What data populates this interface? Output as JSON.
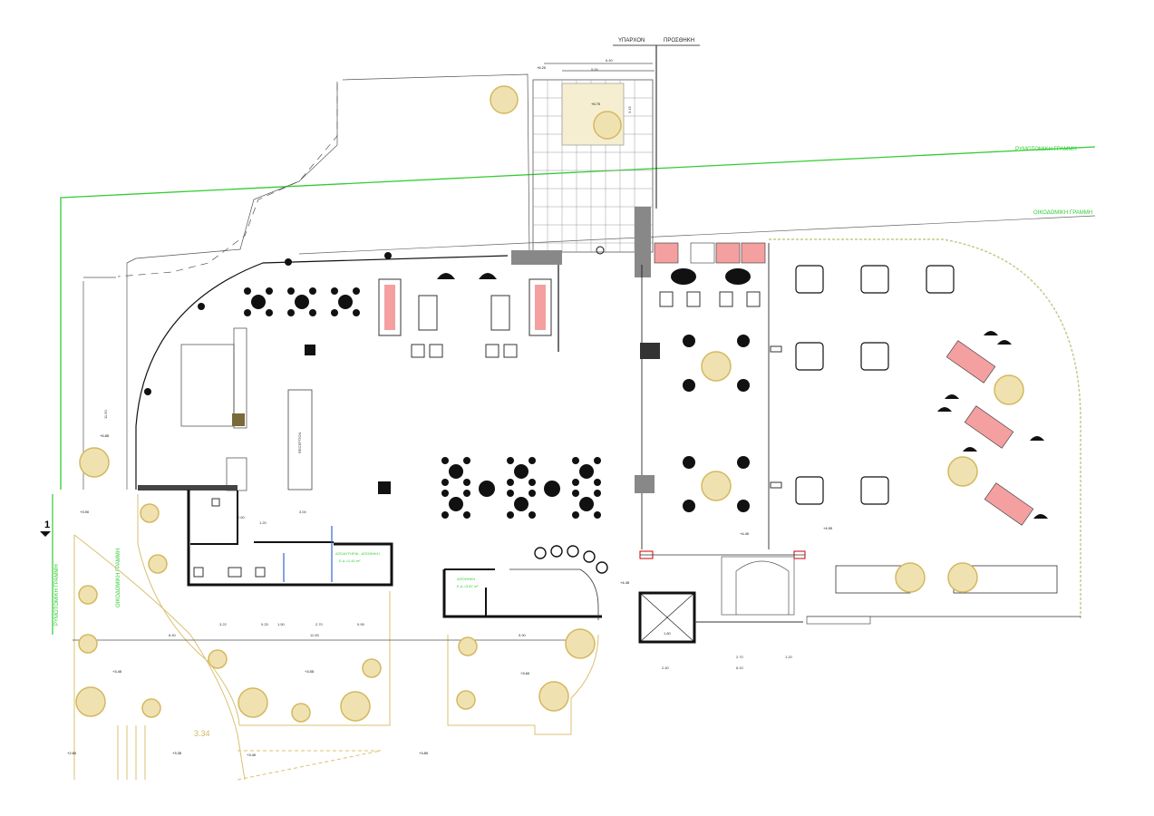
{
  "labels": {
    "top_existing": "ΥΠΑΡΧΟΝ",
    "top_addition": "ΠΡΟΣΘΗΚΗ",
    "street_line_upper": "ΡΥΜΟΤΟΜΙΚΗ ΓΡΑΜΜΗ",
    "building_line": "ΟΙΚΟΔΟΜΙΚΗ ΓΡΑΜΜΗ",
    "street_line_left": "ΡΥΜΟΤΟΜΙΚΗ ΓΡΑΜΜΗ",
    "building_line_left": "ΟΙΚΟΔΟΜΙΚΗ ΓΡΑΜΜΗ",
    "reception": "RECEPTION",
    "wc_label": "ΑΠΟΔΥΤΗΡΙΑ - ΑΠΟΘΗΚΗ",
    "wc_sub": "Ε.Δ.=1.40 m²",
    "storage_label": "ΑΠΟΘΗΚΗ",
    "storage_sub": "Ε.Δ.=3.87 m²",
    "section_marker": "1",
    "bottom_dim": "3.34"
  },
  "levels": [
    "+6.20",
    "+6.70",
    "+5.85",
    "+3.90",
    "+4.45",
    "+4.40",
    "+4.90",
    "+3.45",
    "+3.55",
    "+3.60",
    "+2.60",
    "+3.35",
    "+3.40",
    "+3.80"
  ],
  "dimensions": [
    "6.40",
    "5.00",
    "3.15",
    "11.50",
    "3.22",
    "0.25",
    "1.50",
    "2.70",
    "0.95",
    "3.00",
    "1.20",
    "2.60",
    "11.55",
    "8.40",
    "5.90",
    "2.70",
    "1.20",
    "2.40",
    "6.10",
    "1.80"
  ],
  "colors": {
    "street_line": "#33cc33",
    "tree": "#d4b860",
    "wall": "#111111",
    "sofa_accent": "#f07070"
  }
}
